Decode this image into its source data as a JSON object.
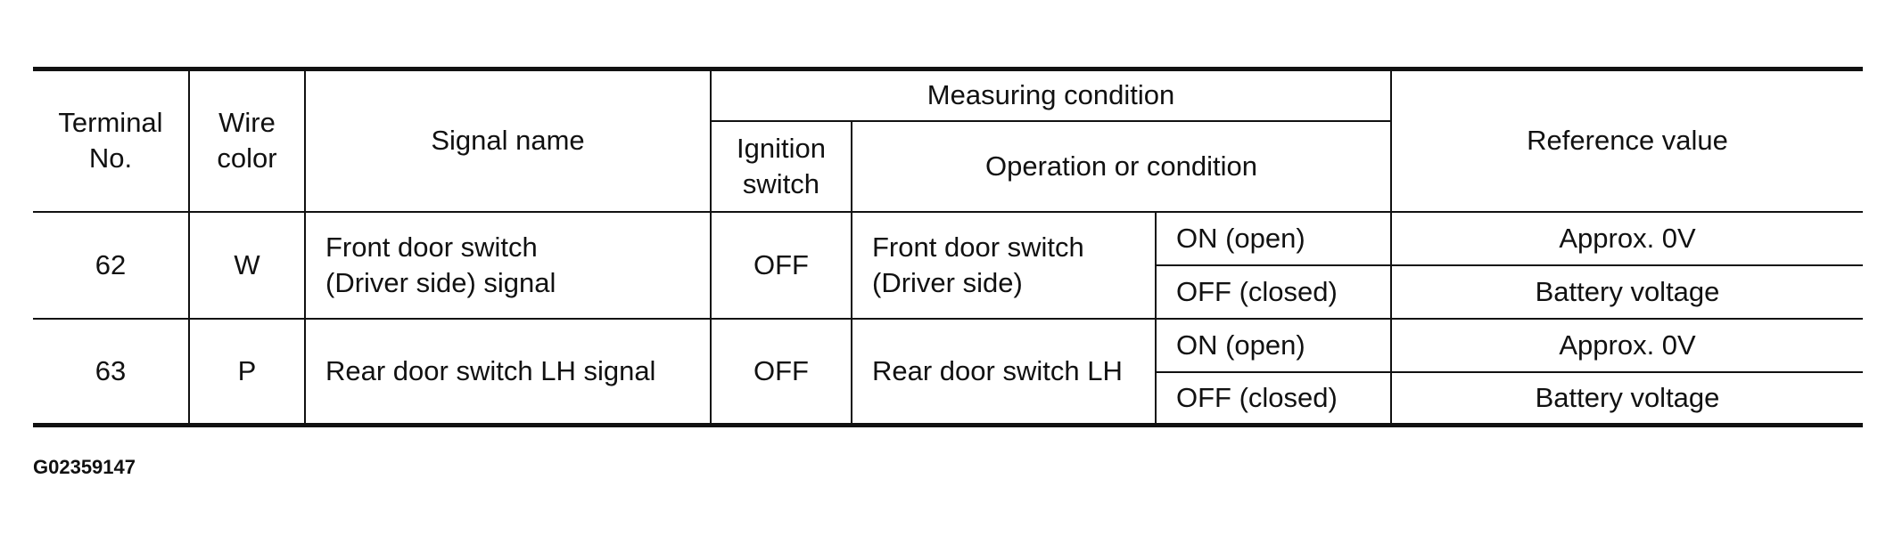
{
  "header": {
    "terminal_no": [
      "Terminal",
      "No."
    ],
    "wire_color": [
      "Wire",
      "color"
    ],
    "signal_name": "Signal name",
    "measuring_condition": "Measuring condition",
    "ignition_switch": [
      "Ignition",
      "switch"
    ],
    "operation_or_condition": "Operation or condition",
    "reference_value": "Reference value"
  },
  "rows": [
    {
      "terminal": "62",
      "wire": "W",
      "signal": [
        "Front door switch",
        "(Driver side) signal"
      ],
      "ignition": "OFF",
      "operation": [
        "Front door switch",
        "(Driver side)"
      ],
      "states": [
        {
          "condition": "ON (open)",
          "value": "Approx. 0V"
        },
        {
          "condition": "OFF (closed)",
          "value": "Battery voltage"
        }
      ]
    },
    {
      "terminal": "63",
      "wire": "P",
      "signal": [
        "Rear door switch LH signal"
      ],
      "ignition": "OFF",
      "operation": [
        "Rear door switch LH"
      ],
      "states": [
        {
          "condition": "ON (open)",
          "value": "Approx. 0V"
        },
        {
          "condition": "OFF (closed)",
          "value": "Battery voltage"
        }
      ]
    }
  ],
  "figure_id": "G02359147"
}
